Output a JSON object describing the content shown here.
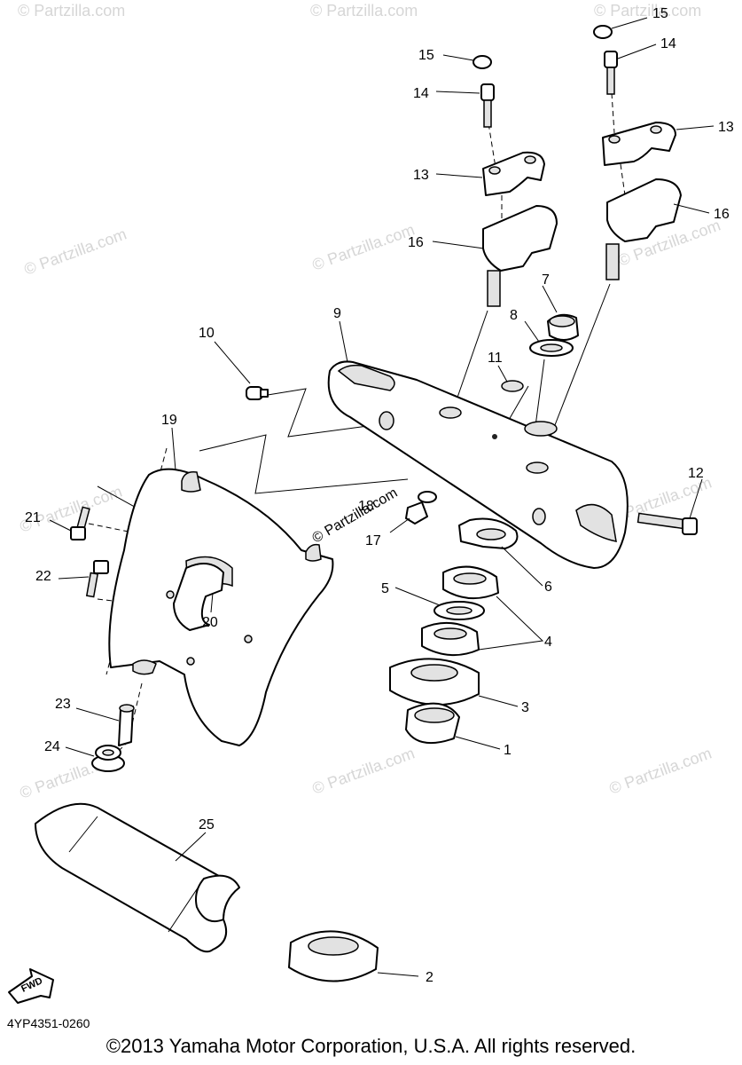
{
  "watermark": "© Partzilla.com",
  "center_watermark": "© Partzilla.com",
  "fwd_label": "FWD",
  "part_code": "4YP4351-0260",
  "copyright": "©2013  Yamaha Motor Corporation, U.S.A. All rights reserved.",
  "callouts": [
    "15",
    "14",
    "15",
    "14",
    "13",
    "13",
    "16",
    "16",
    "7",
    "8",
    "9",
    "11",
    "10",
    "19",
    "12",
    "18",
    "17",
    "6",
    "21",
    "22",
    "5",
    "4",
    "20",
    "3",
    "23",
    "1",
    "24",
    "25",
    "2"
  ]
}
